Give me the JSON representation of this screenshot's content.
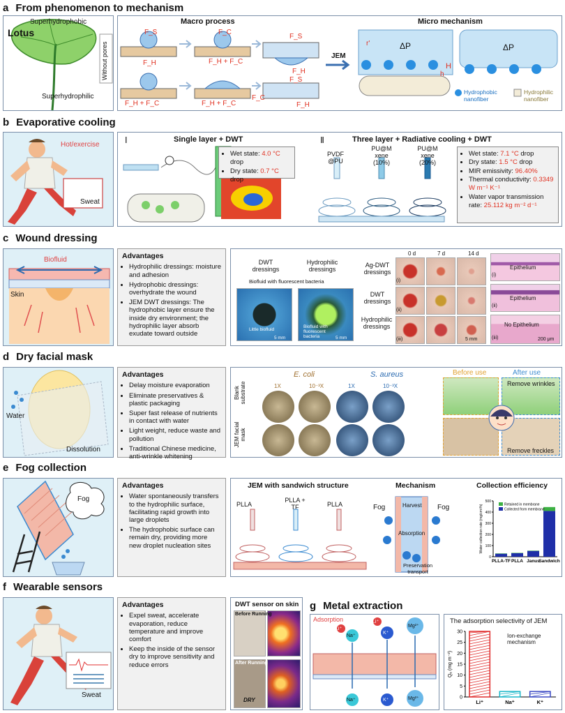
{
  "sections": {
    "a": {
      "letter": "a",
      "title": "From phenomenon to mechanism",
      "lotus": "Lotus",
      "superhydrophobic": "Superhydrophobic",
      "superhydrophilic": "Superhydrophilic",
      "without_pores": "Without pores",
      "macro_title": "Macro process",
      "micro_title": "Micro mechanism",
      "jem": "JEM",
      "fs": "F_S",
      "fh": "F_H",
      "fc": "F_C",
      "fh_fc": "F_H + F_C",
      "delta_p": "ΔP",
      "r": "r'",
      "h": "h",
      "H": "H",
      "legend_hydrophobic": "Hydrophobic nanofiber",
      "legend_hydrophilic": "Hydrophilic nanofiber"
    },
    "b": {
      "letter": "b",
      "title": "Evaporative cooling",
      "hot": "Hot/exercise",
      "sweat": "Sweat",
      "part1_num": "Ⅰ",
      "part1_title": "Single layer + DWT",
      "part2_num": "Ⅱ",
      "part2_title": "Three layer + Radiative cooling + DWT",
      "single": [
        {
          "label": "Wet state: ",
          "value": "4.0 °C",
          "suffix": " drop"
        },
        {
          "label": "Dry state: ",
          "value": "0.7 °C",
          "suffix": " drop"
        }
      ],
      "three": [
        {
          "label": "Wet state: ",
          "value": "7.1 °C",
          "suffix": " drop"
        },
        {
          "label": "Dry state: ",
          "value": "1.5 °C",
          "suffix": " drop"
        },
        {
          "label": "MIR emissivity: ",
          "value": "96.40%",
          "suffix": ""
        },
        {
          "label": "Thermal conductivity: ",
          "value": "0.3349 W m⁻¹ K⁻¹",
          "suffix": ""
        },
        {
          "label": "Water vapor transmission rate: ",
          "value": "25.112 kg m⁻² d⁻¹",
          "suffix": ""
        }
      ],
      "pvdf": "PVDF @PU",
      "pum10": "PU@M xene (10%)",
      "pum20": "PU@M xene (20%)"
    },
    "c": {
      "letter": "c",
      "title": "Wound dressing",
      "biofluid": "Biofluid",
      "skin": "Skin",
      "adv_title": "Advantages",
      "adv": [
        "Hydrophilic dressings: moisture and adhesion",
        "Hydrophobic dressings: overhydrate the wound",
        "JEM DWT dressings: The hydrophobic layer ensure the inside dry environment; the hydrophilic layer absorb exudate toward outside"
      ],
      "dwt_dressings": "DWT dressings",
      "hydrophilic_dressings": "Hydrophilic dressings",
      "bact_legend": "Biofluid with fluorescent bacteria",
      "little_biofluid": "Little biofluid",
      "biofluid_bact": "Biofluid with fluorescent bacteria",
      "scale5": "5 mm",
      "days": [
        "0 d",
        "7 d",
        "14 d"
      ],
      "rows": [
        "Ag-DWT dressings",
        "DWT dressings",
        "Hydrophilic dressings"
      ],
      "epithelium": "Epithelium",
      "no_epithelium": "No Epithelium",
      "scale200": "200 μm",
      "roman": [
        "(i)",
        "(ii)",
        "(iii)"
      ]
    },
    "d": {
      "letter": "d",
      "title": "Dry facial mask",
      "water": "Water",
      "dissolution": "Dissolution",
      "adv_title": "Advantages",
      "adv": [
        "Delay moisture evaporation",
        "Eliminate preservatives & plastic packaging",
        "Super fast release of nutrients in contact with water",
        "Light weight, reduce waste and pollution",
        "Traditional Chinese medicine, anti-wrinkle whitening"
      ],
      "ecoli": "E. coli",
      "saureus": "S. aureus",
      "dil1": "1X",
      "dil2": "10⁻³X",
      "blank": "Blank substrate",
      "jem_mask": "JEM facial mask",
      "before": "Before use",
      "after": "After use",
      "wrinkles": "Remove wrinkles",
      "freckles": "Remove freckles"
    },
    "e": {
      "letter": "e",
      "title": "Fog collection",
      "fog": "Fog",
      "adv_title": "Advantages",
      "adv": [
        "Water spontaneously transfers to the hydrophilic surface, facilitating rapid growth into large droplets",
        "The hydrophobic surface can remain dry, providing more new droplet nucleation sites"
      ],
      "sandwich_title": "JEM with sandwich structure",
      "mech_title": "Mechanism",
      "eff_title": "Collection efficiency",
      "plla": "PLLA",
      "plla_tf": "PLLA + TF",
      "harvest": "Harvest",
      "absorption": "Absorption",
      "preservation": "Preservation transport"
    },
    "f": {
      "letter": "f",
      "title": "Wearable sensors",
      "sweat": "Sweat",
      "adv_title": "Advantages",
      "adv": [
        "Expel sweat, accelerate evaporation, reduce temperature and improve comfort",
        "Keep the inside of the sensor dry to improve sensitivity and reduce errors"
      ],
      "sensor_title": "DWT sensor on skin",
      "before": "Before Running",
      "after": "After Running",
      "dry": "DRY"
    },
    "g": {
      "letter": "g",
      "title": "Metal extraction",
      "adsorption": "Adsorption",
      "ions": [
        "Li⁺",
        "Na⁺",
        "K⁺",
        "Mg²⁺"
      ],
      "sel_title": "The adsorption selectivity of JEM",
      "ion_exchange": "Ion-exchange mechanism"
    }
  },
  "chart_data": [
    {
      "type": "bar",
      "title": "",
      "xlabel": "",
      "ylabel": "Water collection rate (mg/cm²/h)",
      "categories": [
        "PLLA-TF",
        "PLLA",
        "Janus",
        "Sandwich"
      ],
      "series": [
        {
          "name": "Retained in membrane",
          "values": [
            3,
            3,
            3,
            35
          ]
        },
        {
          "name": "Collected from membrane",
          "values": [
            27,
            32,
            52,
            410
          ]
        }
      ],
      "ylim": [
        0,
        500
      ],
      "yticks": [
        0,
        100,
        200,
        300,
        400,
        500
      ],
      "legend": "top-right",
      "colors": [
        "#3cb043",
        "#1f2fa8"
      ]
    },
    {
      "type": "bar",
      "title": "",
      "xlabel": "",
      "ylabel": "Qₑ (mg m⁻²)",
      "categories": [
        "Li⁺",
        "Na⁺",
        "K⁺"
      ],
      "values": [
        30,
        2.5,
        2.5
      ],
      "ylim": [
        0,
        30
      ],
      "yticks": [
        0,
        5,
        10,
        15,
        20,
        25,
        30
      ],
      "colors": [
        "#e02a2a",
        "#19b6c8",
        "#3a49c4"
      ]
    }
  ]
}
